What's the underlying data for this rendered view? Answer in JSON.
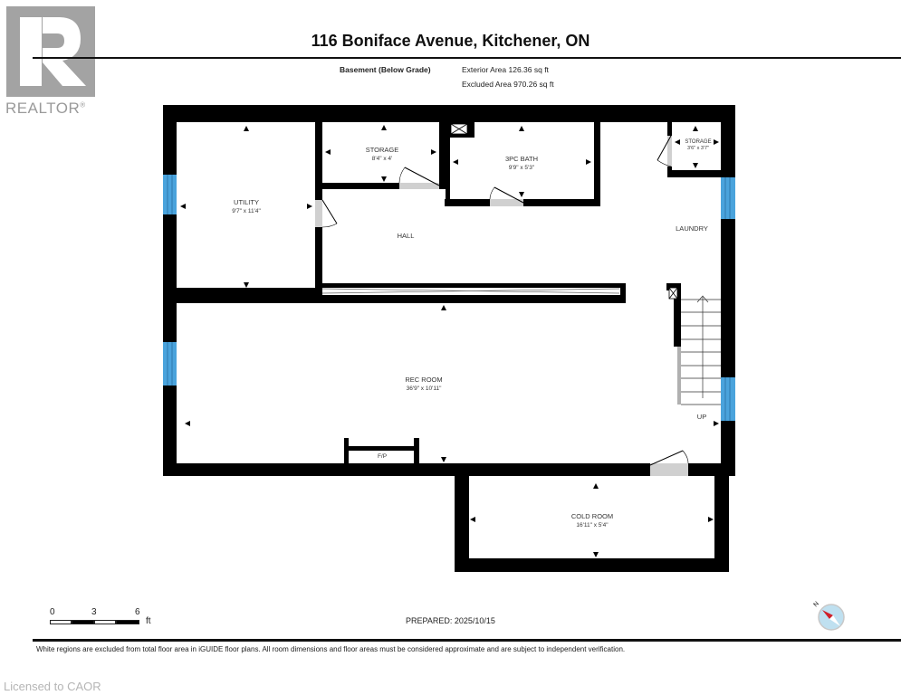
{
  "branding": {
    "logo_letter": "R",
    "logo_word": "REALTOR",
    "logo_mark": "®",
    "logo_color": "#a3a3a3"
  },
  "header": {
    "title": "116 Boniface Avenue, Kitchener, ON",
    "level_name": "Basement (Below Grade)",
    "exterior_area": "Exterior Area 126.36 sq ft",
    "excluded_area": "Excluded Area 970.26 sq ft"
  },
  "rooms": [
    {
      "id": "utility",
      "label": "UTILITY",
      "dims": "9'7\" x 11'4\""
    },
    {
      "id": "storage-1",
      "label": "STORAGE",
      "dims": "8'4\" x 4'"
    },
    {
      "id": "bath",
      "label": "3PC BATH",
      "dims": "9'9\" x 5'3\""
    },
    {
      "id": "storage-2",
      "label": "STORAGE",
      "dims": "3'6\" x 3'7\""
    },
    {
      "id": "hall",
      "label": "HALL",
      "dims": ""
    },
    {
      "id": "laundry",
      "label": "LAUNDRY",
      "dims": ""
    },
    {
      "id": "rec-room",
      "label": "REC ROOM",
      "dims": "36'9\" x 10'11\""
    },
    {
      "id": "cold-room",
      "label": "COLD ROOM",
      "dims": "16'11\" x 5'4\""
    }
  ],
  "annotations": {
    "stairs_label": "UP",
    "fireplace_label": "F/P"
  },
  "colors": {
    "wall": "#000000",
    "window": "#4aa3dc",
    "door_swing": "#d0d0d0",
    "compass_fill": "#bfe0f0",
    "compass_needle": "#d0202a"
  },
  "scale": {
    "ticks": [
      "0",
      "3",
      "6"
    ],
    "unit": "ft"
  },
  "compass": {
    "north_label": "N"
  },
  "footer": {
    "prepared": "PREPARED: 2025/10/15",
    "disclaimer": "White regions are excluded from total floor area in iGUIDE floor plans. All room dimensions and floor areas must be considered approximate and are subject to independent verification.",
    "licensed": "Licensed to CAOR"
  }
}
